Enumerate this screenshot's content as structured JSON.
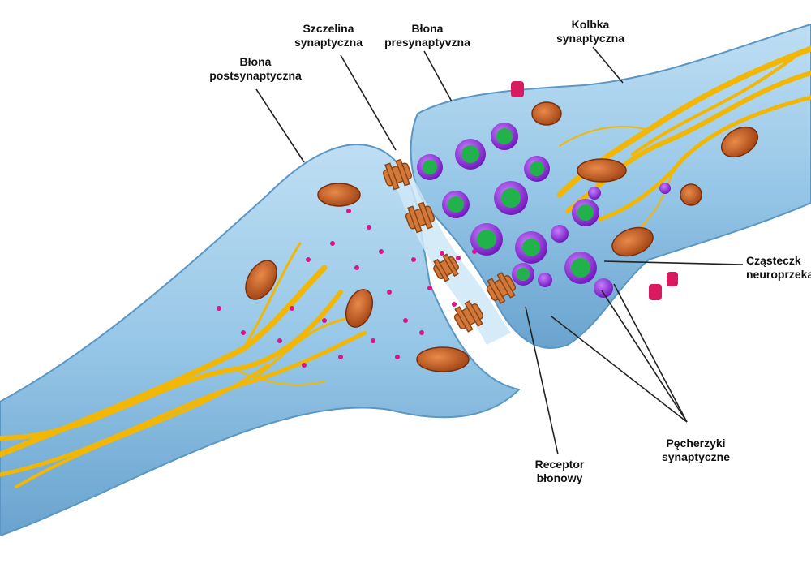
{
  "labels": {
    "postsynaptic_membrane": {
      "line1": "Błona",
      "line2": "postsynaptyczna"
    },
    "synaptic_cleft": {
      "line1": "Szczelina",
      "line2": "synaptyczna"
    },
    "presynaptic_membrane": {
      "line1": "Błona",
      "line2": "presynaptyvzna"
    },
    "synaptic_knob": {
      "line1": "Kolbka",
      "line2": "synaptyczna"
    },
    "neurotransmitter": {
      "line1": "Cząsteczk",
      "line2": "neuroprzekaźn"
    },
    "synaptic_vesicles": {
      "line1": "Pęcherzyki",
      "line2": "synaptyczne"
    },
    "membrane_receptor": {
      "line1": "Receptor",
      "line2": "błonowy"
    }
  },
  "colors": {
    "membrane_fill": "#8fc3e6",
    "membrane_edge": "#4d8fbf",
    "axon_fiber": "#f2b705",
    "mitochondria": "#c65a1e",
    "vesicle": "#8a2be2",
    "neurotransmitter": "#22b24c",
    "receptor": "#d2783a",
    "particle": "#d6168a"
  },
  "icons": {
    "vesicle": "vesicle-icon",
    "mitochondrion": "mitochondrion-icon",
    "receptor": "receptor-icon"
  }
}
